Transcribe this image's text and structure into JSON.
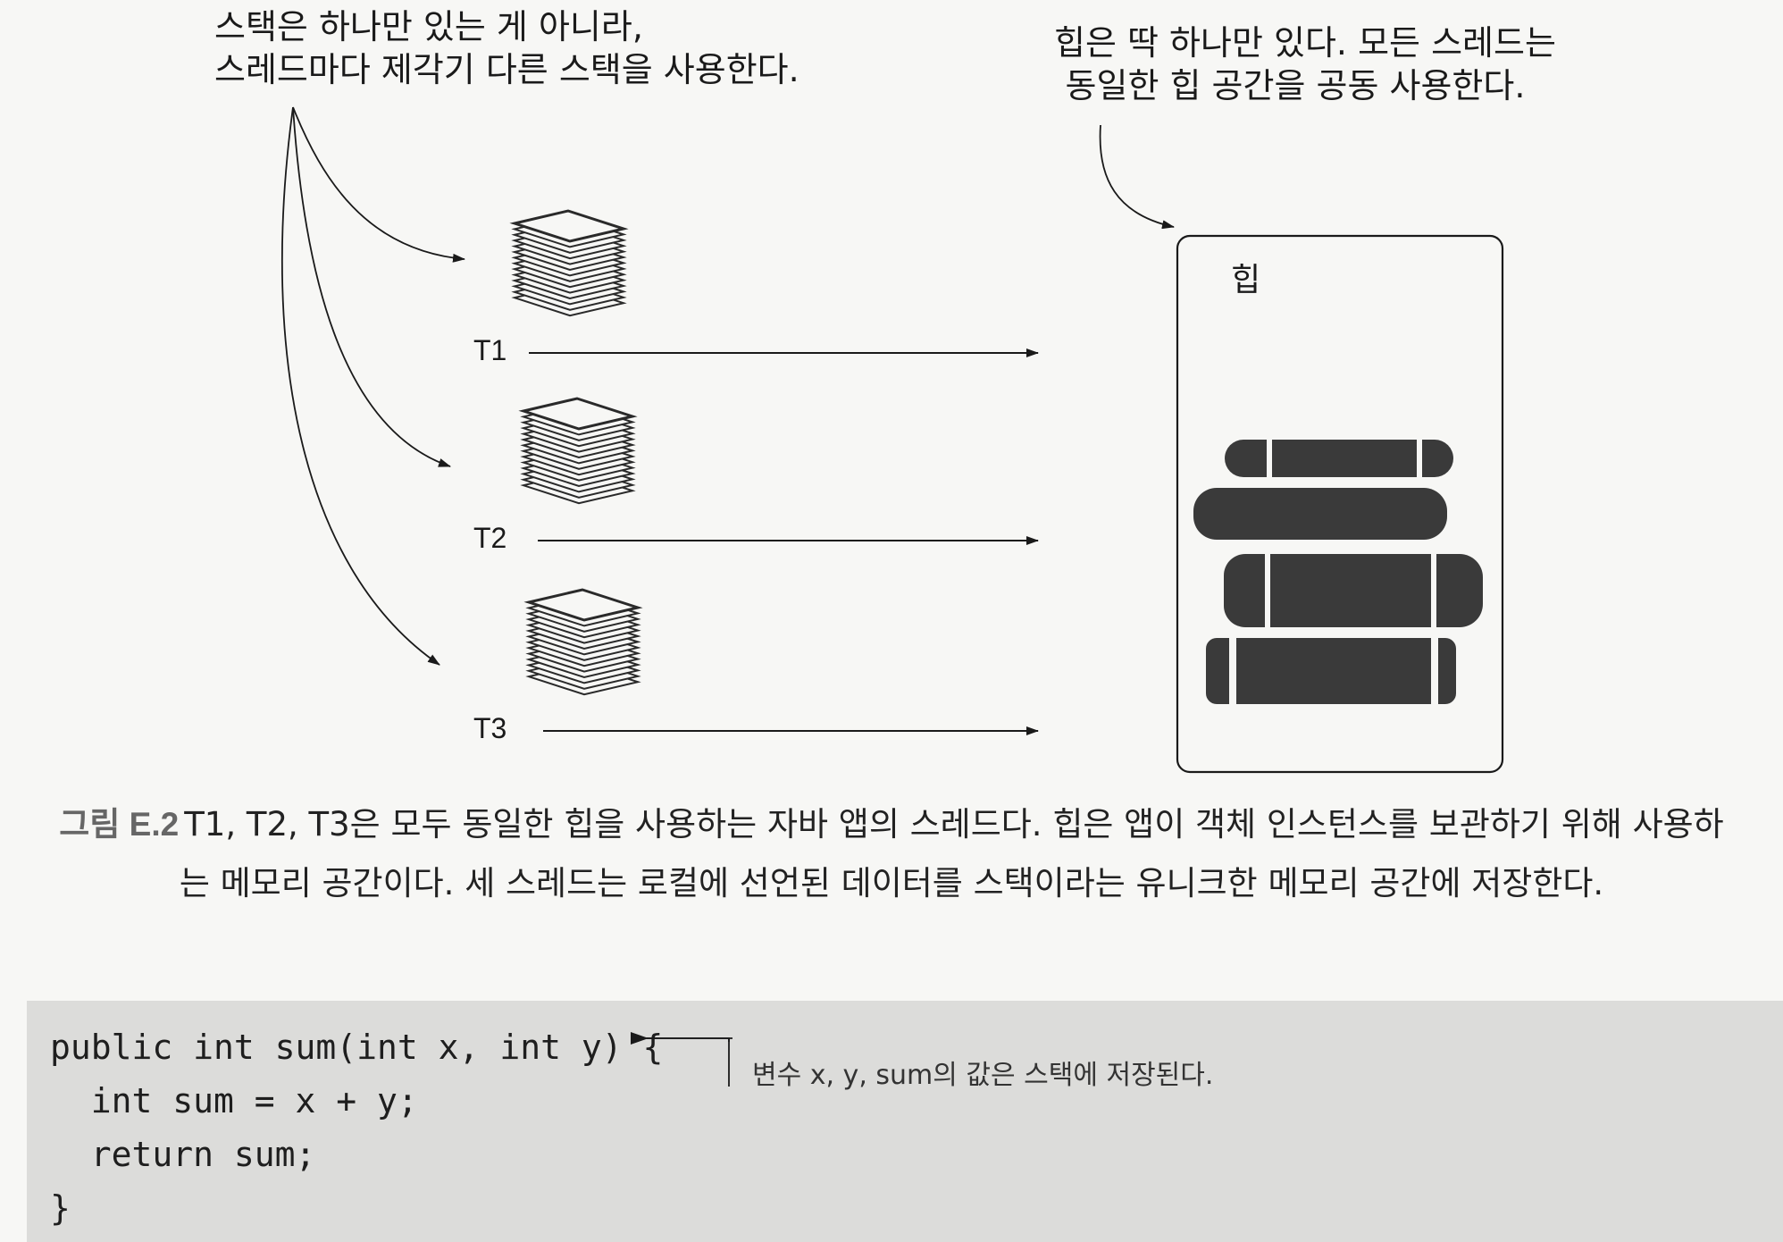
{
  "annotations": {
    "stack_note": [
      "스택은 하나만 있는 게 아니라,",
      "스레드마다 제각기 다른 스택을 사용한다."
    ],
    "heap_note": [
      "힙은 딱 하나만 있다. 모든 스레드는",
      "동일한 힙 공간을 공동 사용한다."
    ]
  },
  "threads": [
    {
      "label": "T1"
    },
    {
      "label": "T2"
    },
    {
      "label": "T3"
    }
  ],
  "heap": {
    "label": "힙"
  },
  "caption": {
    "figure_label": "그림 E.2",
    "text": "T1, T2, T3은 모두 동일한 힙을 사용하는 자바 앱의 스레드다. 힙은 앱이 객체 인스턴스를 보관하기 위해 사용하는 메모리 공간이다. 세 스레드는 로컬에 선언된 데이터를 스택이라는 유니크한 메모리 공간에 저장한다."
  },
  "code": {
    "lines": [
      "public int sum(int x, int y) {",
      "  int sum = x + y;",
      "  return sum;",
      "}"
    ],
    "annotation": "변수 x, y, sum의 값은 스택에 저장된다."
  },
  "colors": {
    "ink": "#1a1a1a",
    "heap_object": "#3a3a3a",
    "code_background": "#dcdcda",
    "page_background": "#f7f7f5"
  }
}
